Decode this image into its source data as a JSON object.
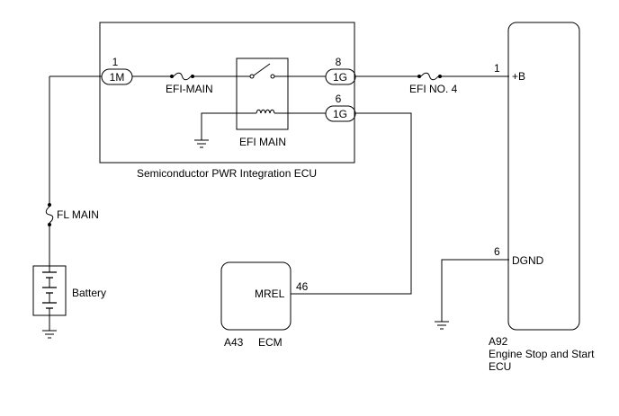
{
  "components": {
    "semiconductor_ecu": {
      "label": "Semiconductor PWR Integration ECU"
    },
    "ecm": {
      "code": "A43",
      "name": "ECM",
      "terminal_label": "MREL",
      "terminal_number": "46"
    },
    "engine_stop_start_ecu": {
      "code": "A92",
      "name_line1": "Engine Stop and Start",
      "name_line2": "ECU"
    },
    "battery": {
      "label": "Battery"
    }
  },
  "connectors": {
    "c1m": {
      "id": "1M",
      "pin": "1"
    },
    "c1g_top": {
      "id": "1G",
      "pin": "8"
    },
    "c1g_bottom": {
      "id": "1G",
      "pin": "6"
    }
  },
  "fuses": {
    "efi_main": "EFI-MAIN",
    "efi_no4": "EFI NO. 4",
    "fl_main": "FL MAIN"
  },
  "relay": {
    "label": "EFI MAIN"
  },
  "a92_terminals": {
    "b": {
      "label": "+B",
      "pin": "1"
    },
    "dgnd": {
      "label": "DGND",
      "pin": "6"
    }
  }
}
